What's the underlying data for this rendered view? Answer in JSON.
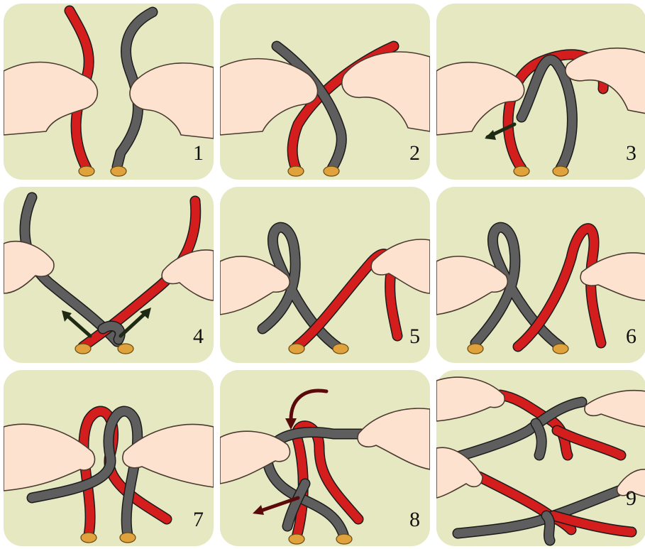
{
  "panel_bg": "#e6e8c2",
  "skin": "#fde3cf",
  "skin_line": "#4a3a30",
  "lace_red": "#d41e1e",
  "lace_grey": "#5e5e5e",
  "lace_outline": "#1b1b1b",
  "eyelet": "#e0a23c",
  "steps": [
    {
      "number": "1"
    },
    {
      "number": "2"
    },
    {
      "number": "3"
    },
    {
      "number": "4"
    },
    {
      "number": "5"
    },
    {
      "number": "6"
    },
    {
      "number": "7"
    },
    {
      "number": "8"
    },
    {
      "number": "9"
    }
  ]
}
